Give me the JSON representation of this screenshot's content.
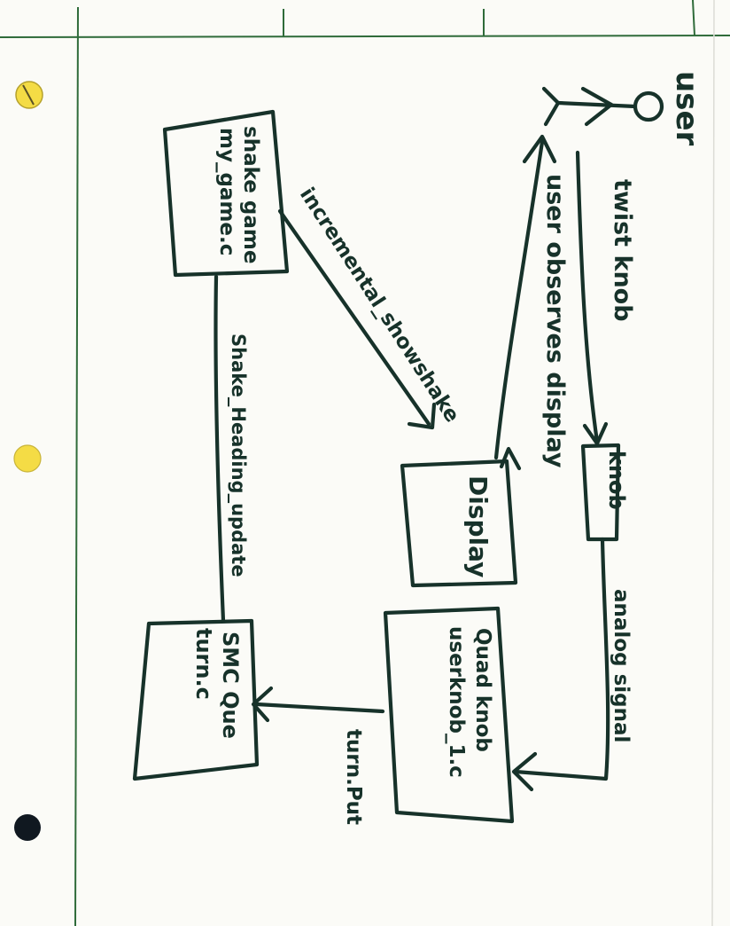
{
  "colors": {
    "paper": "#fbfbf7",
    "ink": "#17322a",
    "rule_line": "#2f6b3a",
    "hole_yellow": "#f4dc45",
    "hole_black": "#101820"
  },
  "actor": {
    "label": "user"
  },
  "boxes": {
    "shake_game": {
      "line1": "shake game",
      "line2": "my_game.c"
    },
    "display": {
      "label": "Display"
    },
    "knob": {
      "label": "knob"
    },
    "quad_knob": {
      "line1": "Quad knob",
      "line2": "userknob_1.c"
    },
    "smc_que": {
      "line1": "SMC Que",
      "line2": "turn.c"
    }
  },
  "arrows": {
    "twist_knob": "twist knob",
    "user_observes_display": "user observes display",
    "incremental_showshake": "incremental_showshake",
    "shake_heading_update": "Shake_Heading_update",
    "analog_signal": "analog signal",
    "turn_put": "turn.Put"
  }
}
